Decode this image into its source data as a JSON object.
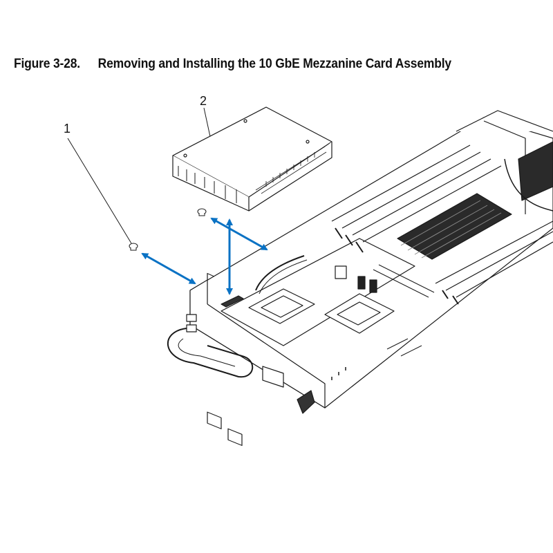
{
  "figure": {
    "number": "Figure 3-28.",
    "title": "Removing and Installing the 10 GbE Mezzanine Card Assembly"
  },
  "callouts": [
    "1",
    "2"
  ],
  "colors": {
    "line": "#1a1a1a",
    "arrow": "#0a72c4",
    "background": "#ffffff"
  }
}
